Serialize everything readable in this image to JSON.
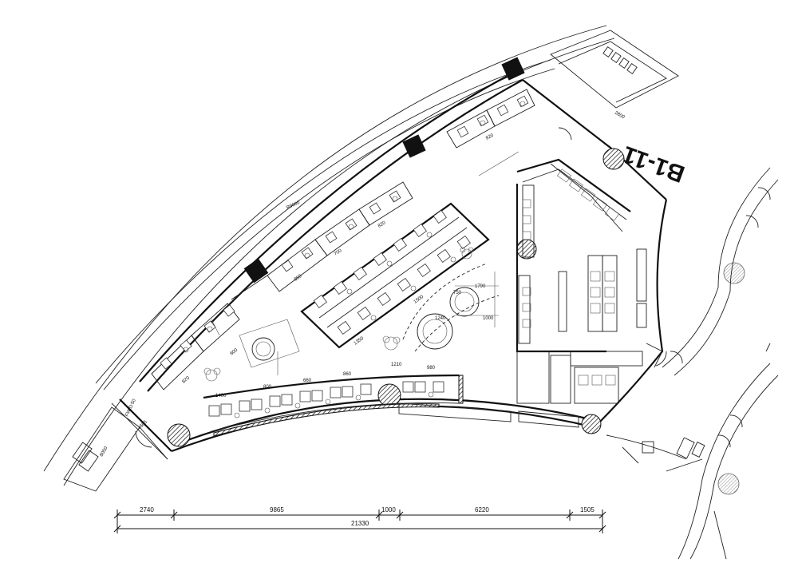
{
  "room_label": "B1-11",
  "curve_label": "R9000",
  "side_label": "FWID:50",
  "small_label_left": "8050",
  "dims_bottom": {
    "segments": [
      "2740",
      "9865",
      "1000",
      "6220",
      "1505"
    ],
    "total": "21330"
  },
  "dims_top_right": "2800",
  "dims_left_edge": "4605",
  "seat_dims": [
    "820",
    "900",
    "850",
    "700",
    "820",
    "820",
    "1400",
    "800",
    "660",
    "860",
    "1210",
    "980",
    "1350",
    "1500",
    "750",
    "1000",
    "1240",
    "1790"
  ],
  "colors": {
    "line": "#111111",
    "hatch": "#333333"
  }
}
